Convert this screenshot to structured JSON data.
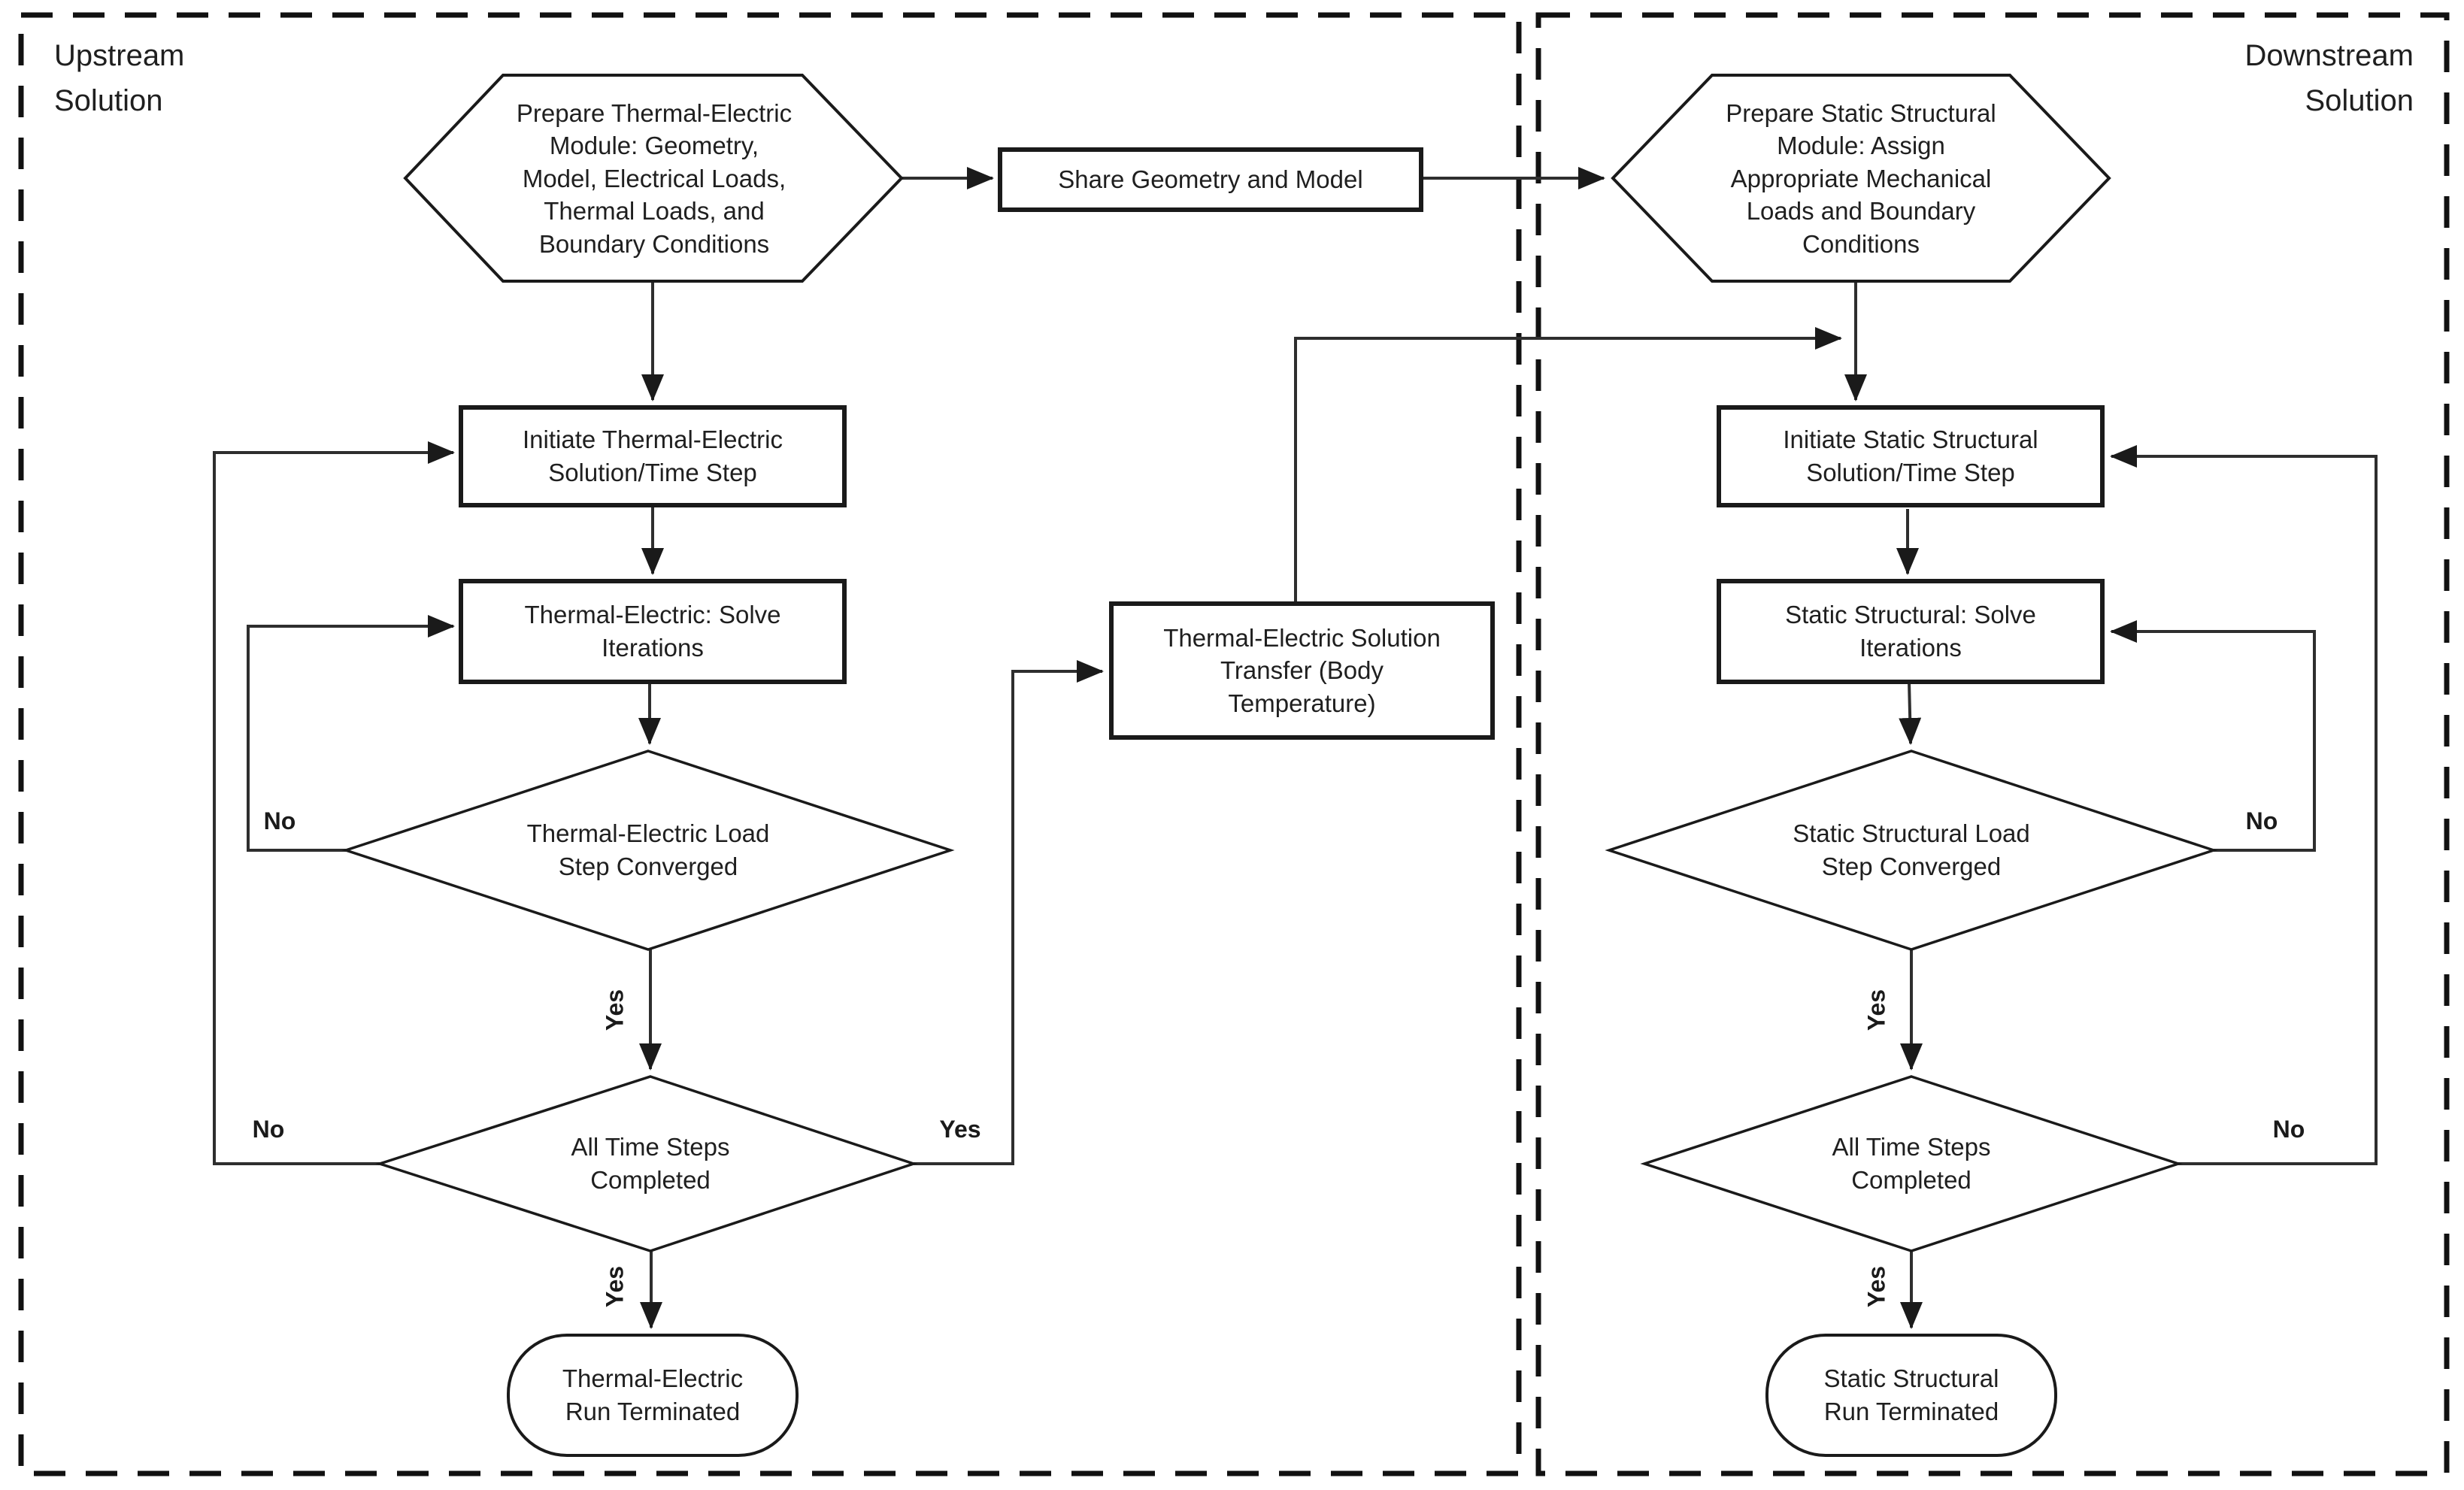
{
  "sections": {
    "upstream": {
      "title": "Upstream\nSolution"
    },
    "downstream": {
      "title": "Downstream\nSolution"
    }
  },
  "nodes": {
    "prepare_te": {
      "type": "hexagon",
      "label": "Prepare Thermal-Electric\nModule: Geometry,\nModel, Electrical Loads,\nThermal Loads, and\nBoundary Conditions"
    },
    "share": {
      "type": "process",
      "label": "Share Geometry and Model"
    },
    "init_te": {
      "type": "process",
      "label": "Initiate Thermal-Electric\nSolution/Time Step"
    },
    "solve_te": {
      "type": "process",
      "label": "Thermal-Electric: Solve\nIterations"
    },
    "conv_te": {
      "type": "decision",
      "label": "Thermal-Electric Load\nStep Converged"
    },
    "alltime_te": {
      "type": "decision",
      "label": "All Time Steps\nCompleted"
    },
    "term_te": {
      "type": "terminator",
      "label": "Thermal-Electric\nRun Terminated"
    },
    "transfer": {
      "type": "process",
      "label": "Thermal-Electric Solution\nTransfer (Body\nTemperature)"
    },
    "prepare_ss": {
      "type": "hexagon",
      "label": "Prepare Static Structural\nModule: Assign\nAppropriate Mechanical\nLoads and Boundary\nConditions"
    },
    "init_ss": {
      "type": "process",
      "label": "Initiate Static Structural\nSolution/Time Step"
    },
    "solve_ss": {
      "type": "process",
      "label": "Static Structural: Solve\nIterations"
    },
    "conv_ss": {
      "type": "decision",
      "label": "Static Structural Load\nStep Converged"
    },
    "alltime_ss": {
      "type": "decision",
      "label": "All Time Steps\nCompleted"
    },
    "term_ss": {
      "type": "terminator",
      "label": "Static Structural\nRun Terminated"
    }
  },
  "labels": {
    "yes": "Yes",
    "no": "No"
  },
  "colors": {
    "background": "#ffffff",
    "shape_stroke": "#1a1a1a",
    "connector": "#2e2e2e",
    "text": "#1f1f1f"
  }
}
